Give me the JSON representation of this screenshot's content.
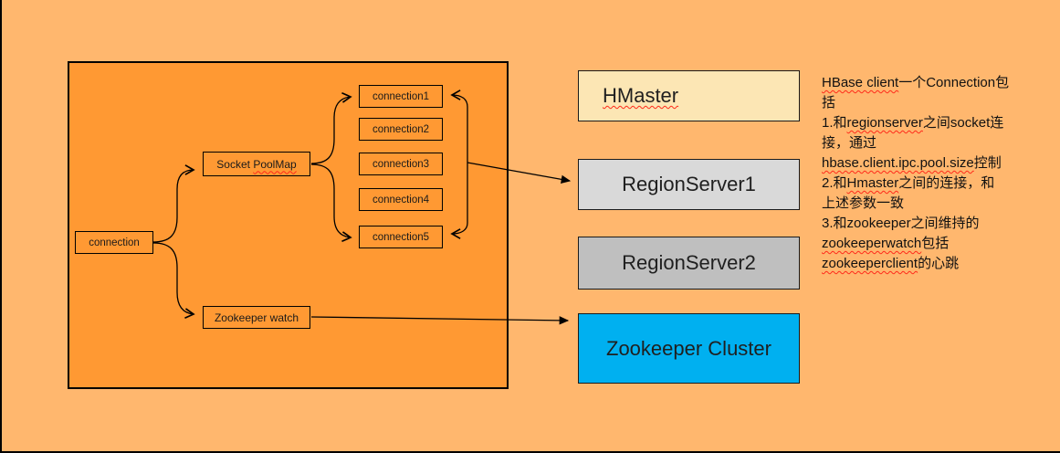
{
  "diagram": {
    "connection_label": "connection",
    "socket_poolmap": {
      "prefix": "Socket ",
      "squiggle_word": "PoolMap"
    },
    "zookeeper_watch_label": "Zookeeper watch",
    "pool_connections": [
      "connection1",
      "connection2",
      "connection3",
      "connection4",
      "connection5"
    ]
  },
  "servers": {
    "hmaster": "HMaster",
    "regionserver1": "RegionServer1",
    "regionserver2": "RegionServer2",
    "zookeeper_cluster": "Zookeeper Cluster"
  },
  "annotation": {
    "lines": [
      {
        "segments": [
          {
            "text": "HBase client",
            "squiggle": true
          },
          {
            "text": "一个Connection包",
            "squiggle": false
          }
        ]
      },
      {
        "segments": [
          {
            "text": "括",
            "squiggle": false
          }
        ]
      },
      {
        "segments": [
          {
            "text": "1.和",
            "squiggle": false
          },
          {
            "text": "regionserver",
            "squiggle": true
          },
          {
            "text": "之间socket连",
            "squiggle": false
          }
        ]
      },
      {
        "segments": [
          {
            "text": "接，通过",
            "squiggle": false
          }
        ]
      },
      {
        "segments": [
          {
            "text": "hbase.client.ipc.pool.size",
            "squiggle": true
          },
          {
            "text": "控制",
            "squiggle": false
          }
        ]
      },
      {
        "segments": [
          {
            "text": "2.和",
            "squiggle": false
          },
          {
            "text": "Hmaster",
            "squiggle": true
          },
          {
            "text": "之间的连接，和",
            "squiggle": false
          }
        ]
      },
      {
        "segments": [
          {
            "text": "上述参数一致",
            "squiggle": false
          }
        ]
      },
      {
        "segments": [
          {
            "text": "3.和zookeeper之间维持的",
            "squiggle": false
          }
        ]
      },
      {
        "segments": [
          {
            "text": "zookeeperwatch",
            "squiggle": true
          },
          {
            "text": "包括",
            "squiggle": false
          }
        ]
      },
      {
        "segments": [
          {
            "text": "zookeeperclient",
            "squiggle": true
          },
          {
            "text": "的心跳",
            "squiggle": false
          }
        ]
      }
    ]
  },
  "colors": {
    "background": "#ffb76e",
    "panel_orange": "#ff9933",
    "hmaster_fill": "#fce6b4",
    "regionserver1_fill": "#d9d9d9",
    "regionserver2_fill": "#bfbfbf",
    "zookeeper_fill": "#00b0f0",
    "line_black": "#000000",
    "squiggle_red": "#ff2a1a"
  }
}
